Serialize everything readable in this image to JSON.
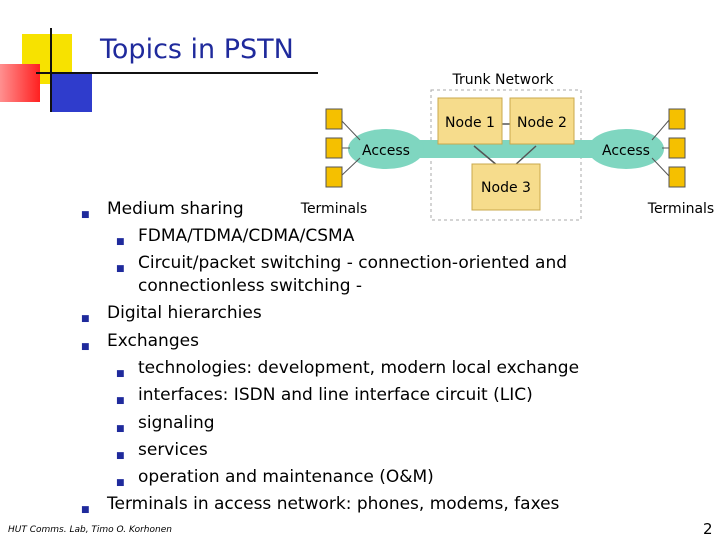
{
  "slide": {
    "title": "Topics in PSTN",
    "bullets": [
      {
        "level": 1,
        "text": "Medium sharing"
      },
      {
        "level": 2,
        "text": "FDMA/TDMA/CDMA/CSMA"
      },
      {
        "level": 2,
        "text": "Circuit/packet switching - connection-oriented and"
      },
      {
        "level": 2,
        "text": "connectionless switching -",
        "continuation": true
      },
      {
        "level": 1,
        "text": "Digital hierarchies"
      },
      {
        "level": 1,
        "text": "Exchanges"
      },
      {
        "level": 2,
        "text": "technologies: development, modern local exchange"
      },
      {
        "level": 2,
        "text": "interfaces: ISDN and line interface circuit (LIC)"
      },
      {
        "level": 2,
        "text": "signaling"
      },
      {
        "level": 2,
        "text": "services"
      },
      {
        "level": 2,
        "text": "operation and maintenance (O&M)"
      },
      {
        "level": 1,
        "text": "Terminals in access network: phones, modems, faxes"
      }
    ],
    "footer": "HUT Comms. Lab, Timo O. Korhonen",
    "page_number": "2"
  },
  "diagram": {
    "trunk_label": "Trunk Network",
    "node1": "Node 1",
    "node2": "Node 2",
    "node3": "Node 3",
    "access_left": "Access",
    "access_right": "Access",
    "terminals_left": "Terminals",
    "terminals_right": "Terminals"
  },
  "colors": {
    "title": "#1f2a9c",
    "node_fill": "#f6dc8c",
    "access_fill": "#7fd6c0",
    "terminal_fill": "#f5c000"
  }
}
